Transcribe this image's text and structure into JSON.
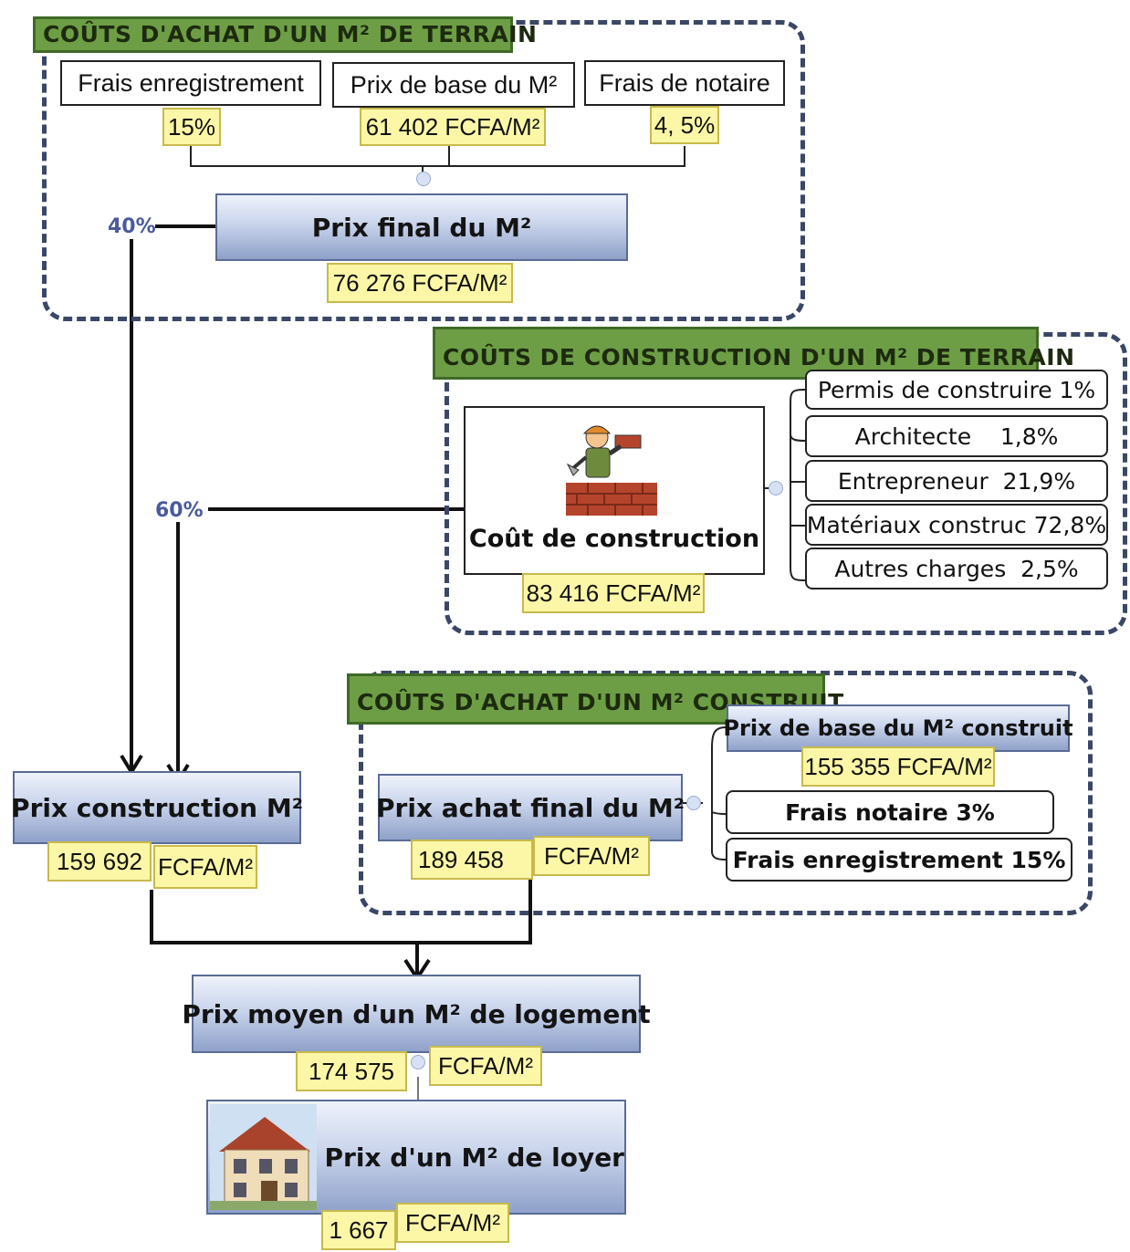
{
  "groups": {
    "land_purchase": {
      "title": "COÛTS D'ACHAT D'UN M² DE TERRAIN",
      "items": [
        {
          "label": "Frais enregistrement",
          "value": "15%"
        },
        {
          "label": "Prix de base du M²",
          "value": "61 402 FCFA/M²"
        },
        {
          "label": "Frais de notaire",
          "value": "4, 5%"
        }
      ],
      "final_label": "Prix final du M²",
      "final_value": "76 276 FCFA/M²",
      "share": "40%"
    },
    "construction": {
      "title": "COÛTS DE CONSTRUCTION D'UN M² DE TERRAIN",
      "main_label": "Coût de construction",
      "main_value": "83 416 FCFA/M²",
      "share": "60%",
      "items": [
        "Permis de construire 1%",
        "Architecte    1,8%",
        "Entrepreneur  21,9%",
        "Matériaux construc 72,8%",
        "Autres charges  2,5%"
      ],
      "image_icon": "construction-worker-icon"
    },
    "built_purchase": {
      "title": "COÛTS D'ACHAT D'UN M² CONSTRUIT",
      "main_label": "Prix achat final du M²",
      "main_value_number": "189 458",
      "main_value_unit": "FCFA/M²",
      "base_label": "Prix de base du M² construit",
      "base_value": "155 355 FCFA/M²",
      "items": [
        "Frais notaire 3%",
        "Frais enregistrement 15%"
      ]
    }
  },
  "results": {
    "construction_price": {
      "label": "Prix construction M²",
      "number": "159 692",
      "unit": "FCFA/M²"
    },
    "avg_price": {
      "label": "Prix moyen d'un M² de logement",
      "number": "174 575",
      "unit": "FCFA/M²"
    },
    "rent_price": {
      "label": "Prix d'un M² de loyer",
      "number": "1 667",
      "unit": "FCFA/M²",
      "image_icon": "house-icon"
    }
  },
  "colors": {
    "header_green": "#6d9e45",
    "value_yellow": "#fbf7a7",
    "box_blue": "#8fa1c9",
    "dash_border": "#3a4766"
  }
}
